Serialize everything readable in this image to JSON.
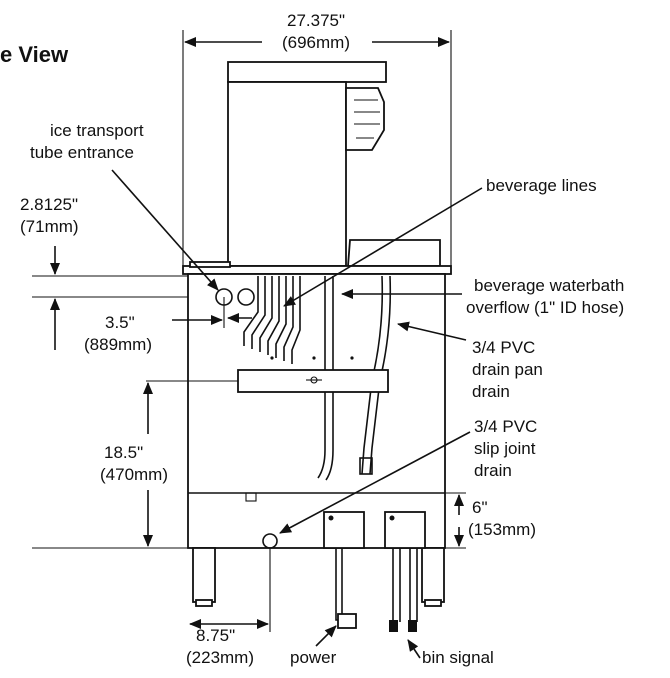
{
  "title": "e View",
  "dimensions": {
    "overall_width": {
      "imperial": "27.375\"",
      "metric": "(696mm)"
    },
    "top_offset": {
      "imperial": "2.8125\"",
      "metric": "(71mm)"
    },
    "tube_offset": {
      "imperial": "3.5\"",
      "metric": "(889mm)"
    },
    "height_to_drain": {
      "imperial": "18.5\"",
      "metric": "(470mm)"
    },
    "base_height": {
      "imperial": "6\"",
      "metric": "(153mm)"
    },
    "drain_offset": {
      "imperial": "8.75\"",
      "metric": "(223mm)"
    }
  },
  "callouts": {
    "ice_transport": [
      "ice transport",
      "tube entrance"
    ],
    "beverage_lines": "beverage lines",
    "waterbath_overflow": [
      "beverage waterbath",
      "overflow (1\" ID hose)"
    ],
    "drain_pan": [
      "3/4 PVC",
      "drain pan",
      "drain"
    ],
    "slip_joint": [
      "3/4 PVC",
      "slip joint",
      "drain"
    ],
    "power": "power",
    "bin_signal": "bin signal"
  }
}
